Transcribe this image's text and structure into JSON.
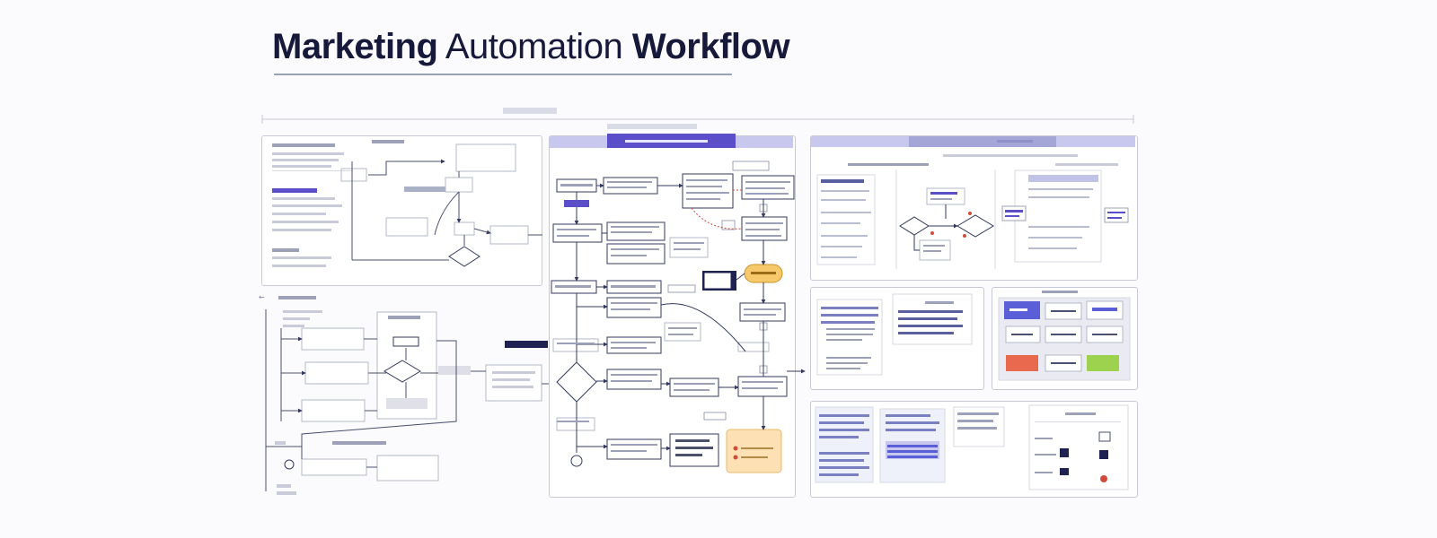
{
  "title": {
    "part1": "Marketing",
    "part2": "Automation",
    "part3": "Workflow"
  },
  "colors": {
    "ink": "#16193a",
    "accent_purple": "#5a4fc8",
    "band_lavender": "#c8c8ee",
    "box_orange": "#fde1b4",
    "box_yellow": "#f7c96a",
    "tile_red": "#e9694e",
    "tile_green": "#9cd24e",
    "tile_navy": "#1e2152",
    "dot_red": "#d14b3a"
  },
  "icons": [
    "diamond-decision-icon",
    "circle-node-icon",
    "arrow-icon",
    "flag-icon"
  ]
}
